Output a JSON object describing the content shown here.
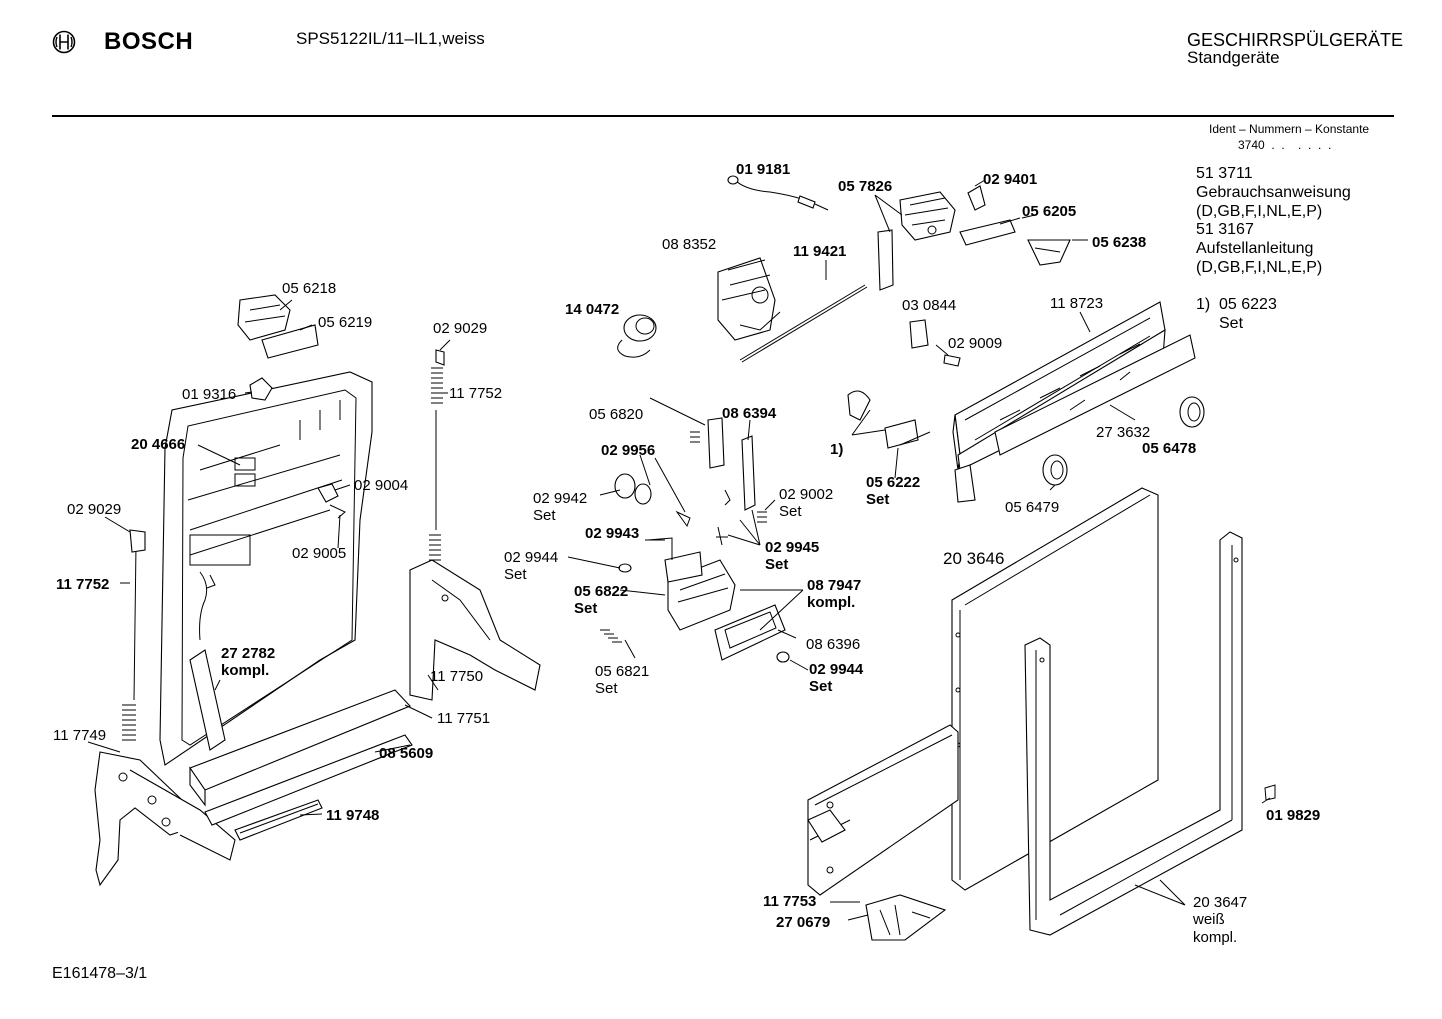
{
  "header": {
    "brand": "BOSCH",
    "model": "SPS5122IL/11–IL1,weiss",
    "category": "GESCHIRRSPÜLGERÄTE",
    "subcategory": "Standgeräte",
    "ident_label": "Ident – Nummern – Konstante",
    "ident_value": "3740  .  .    .  .  .  ."
  },
  "side_notes": {
    "doc1_number": "51 3711",
    "doc1_title": "Gebrauchsanweisung",
    "doc1_langs": "(D,GB,F,I,NL,E,P)",
    "doc2_number": "51 3167",
    "doc2_title": "Aufstellanleitung",
    "doc2_langs": "(D,GB,F,I,NL,E,P)",
    "footnote_ref": "1)",
    "footnote_part": "05 6223",
    "footnote_set": "Set"
  },
  "footer": {
    "drawing_id": "E161478–3/1"
  },
  "parts": [
    {
      "id": "p019181",
      "label": "01 9181"
    },
    {
      "id": "p057826",
      "label": "05 7826"
    },
    {
      "id": "p029401",
      "label": "02 9401"
    },
    {
      "id": "p056205",
      "label": "05 6205"
    },
    {
      "id": "p056238",
      "label": "05 6238"
    },
    {
      "id": "p088352",
      "label": "08 8352"
    },
    {
      "id": "p119421",
      "label": "11 9421"
    },
    {
      "id": "p140472",
      "label": "14 0472"
    },
    {
      "id": "p030844",
      "label": "03 0844"
    },
    {
      "id": "p118723",
      "label": "11 8723"
    },
    {
      "id": "p029009",
      "label": "02 9009"
    },
    {
      "id": "p056218",
      "label": "05 6218"
    },
    {
      "id": "p056219",
      "label": "05 6219"
    },
    {
      "id": "p029029a",
      "label": "02 9029"
    },
    {
      "id": "p117752a",
      "label": "11 7752"
    },
    {
      "id": "p019316",
      "label": "01 9316"
    },
    {
      "id": "p204666",
      "label": "20 4666"
    },
    {
      "id": "p029004",
      "label": "02 9004"
    },
    {
      "id": "p029005",
      "label": "02 9005"
    },
    {
      "id": "p029029b",
      "label": "02 9029"
    },
    {
      "id": "p117752b",
      "label": "11 7752"
    },
    {
      "id": "p272782",
      "label": "27 2782\nkompl."
    },
    {
      "id": "p117749",
      "label": "11 7749"
    },
    {
      "id": "p117750",
      "label": "11 7750"
    },
    {
      "id": "p117751",
      "label": "11 7751"
    },
    {
      "id": "p085609",
      "label": "08 5609"
    },
    {
      "id": "p119748",
      "label": "11 9748"
    },
    {
      "id": "p056820",
      "label": "05 6820"
    },
    {
      "id": "p086394",
      "label": "08 6394"
    },
    {
      "id": "p029956",
      "label": "02 9956"
    },
    {
      "id": "p029942",
      "label": "02 9942\nSet"
    },
    {
      "id": "p029002",
      "label": "02 9002\nSet"
    },
    {
      "id": "p029943",
      "label": "02 9943"
    },
    {
      "id": "p029945",
      "label": "02 9945\nSet"
    },
    {
      "id": "p029944a",
      "label": "02 9944\nSet"
    },
    {
      "id": "p056822",
      "label": "05 6822\nSet"
    },
    {
      "id": "p087947",
      "label": "08 7947\nkompl."
    },
    {
      "id": "p086396",
      "label": "08 6396"
    },
    {
      "id": "p056821",
      "label": "05 6821\nSet"
    },
    {
      "id": "p029944b",
      "label": "02 9944\nSet"
    },
    {
      "id": "p056222",
      "label": "05 6222\nSet"
    },
    {
      "id": "pfoot1",
      "label": "1)"
    },
    {
      "id": "p273632",
      "label": "27 3632"
    },
    {
      "id": "p056478",
      "label": "05 6478"
    },
    {
      "id": "p056479",
      "label": "05 6479"
    },
    {
      "id": "p203646",
      "label": "20 3646"
    },
    {
      "id": "p019829",
      "label": "01 9829"
    },
    {
      "id": "p117753",
      "label": "11 7753"
    },
    {
      "id": "p270679",
      "label": "27 0679"
    },
    {
      "id": "p203647",
      "label": "20 3647\nweiß\nkompl."
    }
  ]
}
